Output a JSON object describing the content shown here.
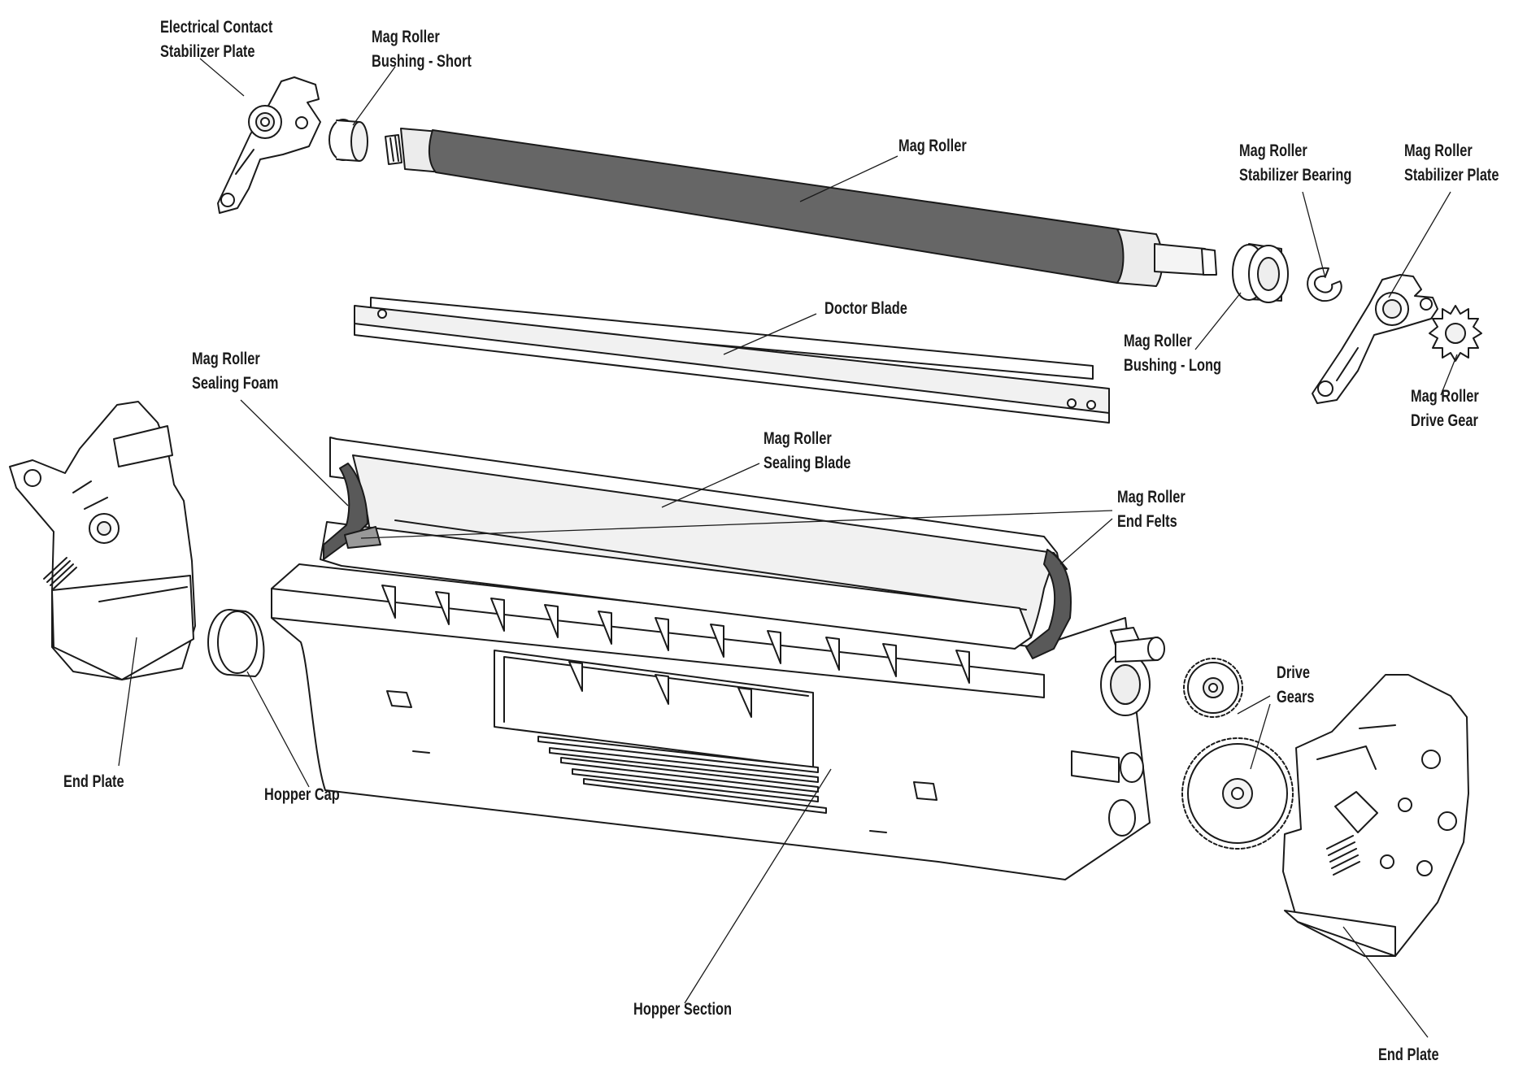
{
  "labels": {
    "electrical_contact": [
      "Electrical Contact",
      "Stabilizer Plate"
    ],
    "bushing_short": [
      "Mag Roller",
      "Bushing - Short"
    ],
    "mag_roller": [
      "Mag Roller"
    ],
    "stabilizer_bearing": [
      "Mag Roller",
      "Stabilizer Bearing"
    ],
    "stabilizer_plate": [
      "Mag Roller",
      "Stabilizer Plate"
    ],
    "doctor_blade": [
      "Doctor Blade"
    ],
    "bushing_long": [
      "Mag Roller",
      "Bushing - Long"
    ],
    "sealing_foam": [
      "Mag Roller",
      "Sealing Foam"
    ],
    "drive_gear": [
      "Mag Roller",
      "Drive Gear"
    ],
    "sealing_blade": [
      "Mag Roller",
      "Sealing Blade"
    ],
    "end_felts": [
      "Mag Roller",
      "End Felts"
    ],
    "drive_gears": [
      "Drive",
      "Gears"
    ],
    "end_plate_left": [
      "End Plate"
    ],
    "hopper_cap": [
      "Hopper Cap"
    ],
    "hopper_section": [
      "Hopper Section"
    ],
    "end_plate_right": [
      "End Plate"
    ]
  },
  "colors": {
    "line": "#1a1a1a",
    "roller": "#666666",
    "felt": "#595959",
    "metal_light": "#e9e9e9",
    "blade": "#f1f1f1"
  }
}
